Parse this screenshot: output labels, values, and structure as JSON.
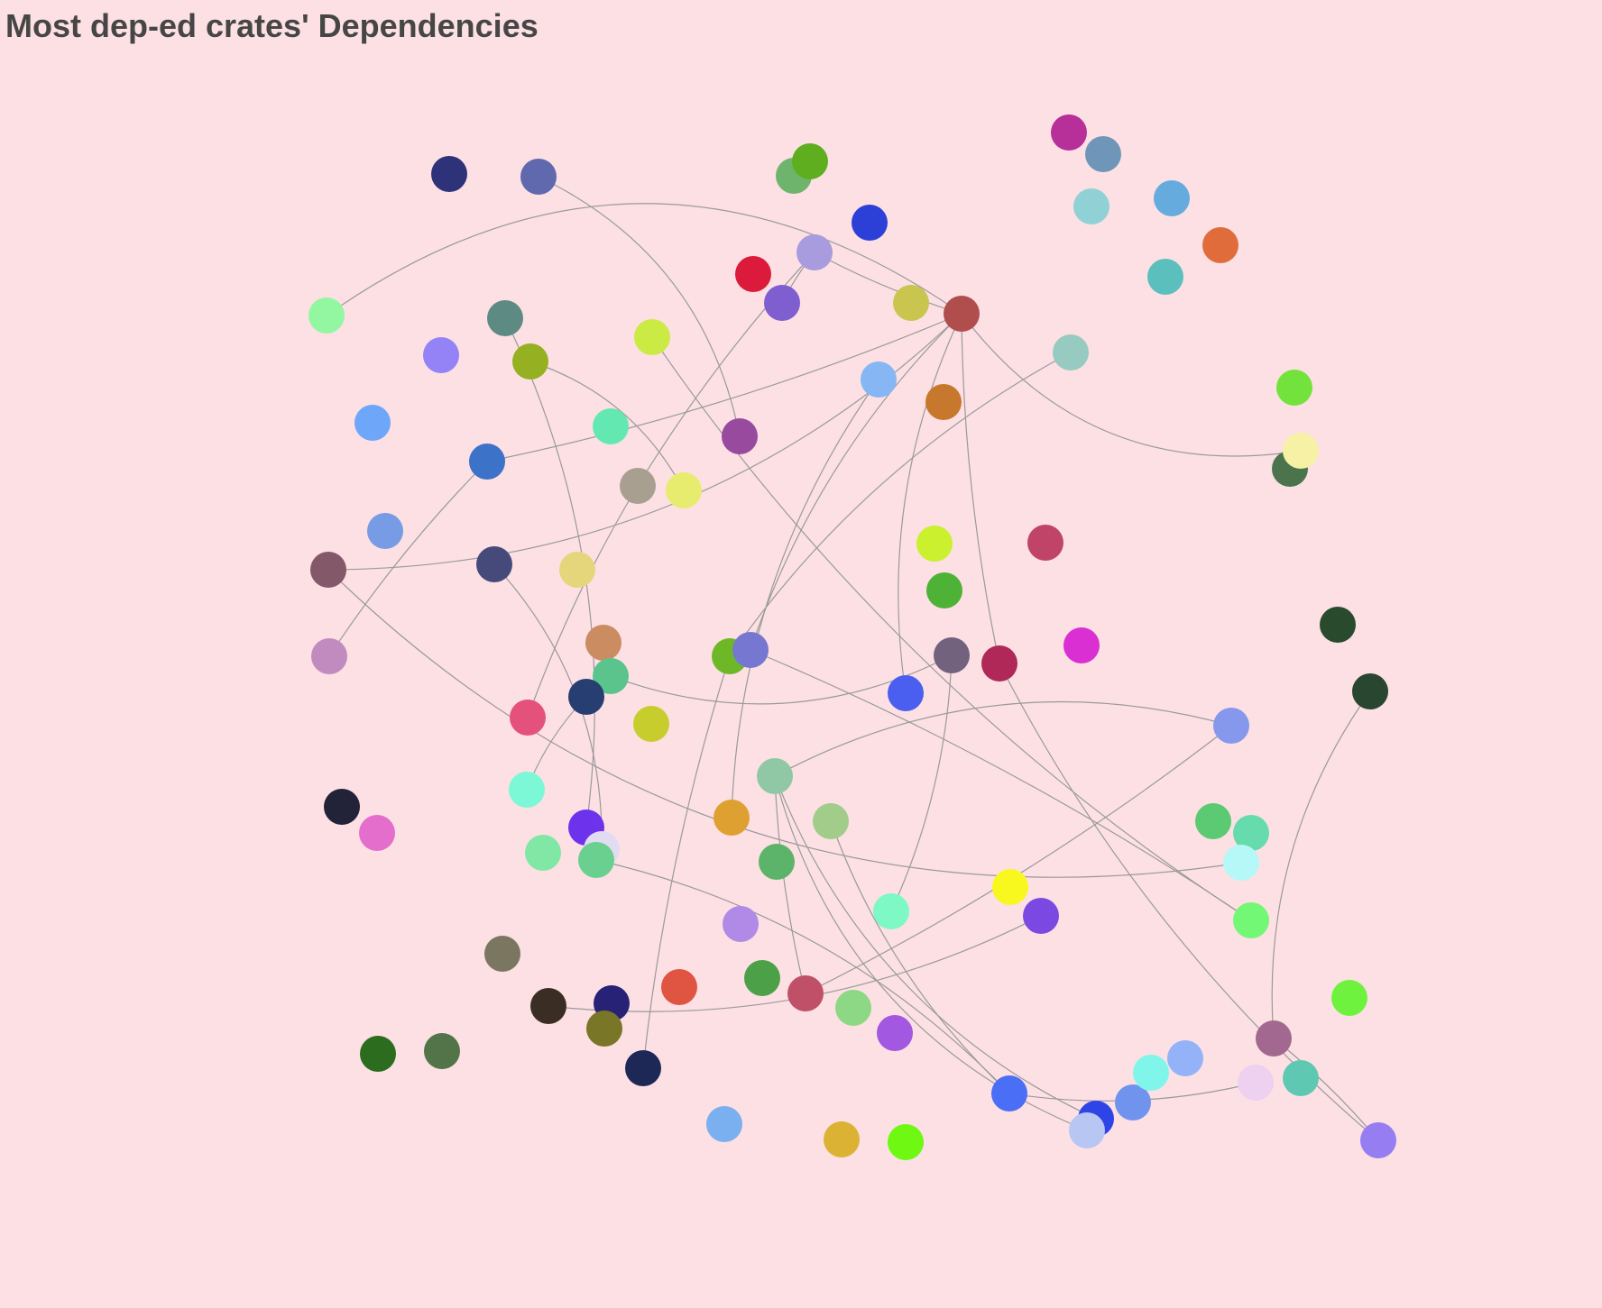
{
  "title": "Most dep-ed crates' Dependencies",
  "background": "#fce0e4",
  "edge_color": "#9a9a9a",
  "nodes": [
    {
      "id": "n1",
      "color": "#2e3278"
    },
    {
      "id": "n2",
      "color": "#6068ae"
    },
    {
      "id": "n3",
      "color": "#6fb46c"
    },
    {
      "id": "n4",
      "color": "#5fae1f"
    },
    {
      "id": "n5",
      "color": "#2c3fd6"
    },
    {
      "id": "n6",
      "color": "#a89bde"
    },
    {
      "id": "n7",
      "color": "#dc1a3c"
    },
    {
      "id": "n8",
      "color": "#7f5ed0"
    },
    {
      "id": "n9",
      "color": "#c9c54f"
    },
    {
      "id": "n10",
      "color": "#b04e4e"
    },
    {
      "id": "n11",
      "color": "#b72f98"
    },
    {
      "id": "n12",
      "color": "#6f96b9"
    },
    {
      "id": "n13",
      "color": "#90d1d6"
    },
    {
      "id": "n14",
      "color": "#66abde"
    },
    {
      "id": "n15",
      "color": "#e06c3c"
    },
    {
      "id": "n16",
      "color": "#5bbfbd"
    },
    {
      "id": "n17",
      "color": "#93f7a2"
    },
    {
      "id": "n18",
      "color": "#5d8b84"
    },
    {
      "id": "n19",
      "color": "#9383f6"
    },
    {
      "id": "n20",
      "color": "#95b021"
    },
    {
      "id": "n21",
      "color": "#cbea44"
    },
    {
      "id": "n22",
      "color": "#86b7f4"
    },
    {
      "id": "n23",
      "color": "#c8782c"
    },
    {
      "id": "n24",
      "color": "#97cac0"
    },
    {
      "id": "n25",
      "color": "#74e23c"
    },
    {
      "id": "n26",
      "color": "#4c744c"
    },
    {
      "id": "n27",
      "color": "#f7f1a6"
    },
    {
      "id": "n28",
      "color": "#6ea6fa"
    },
    {
      "id": "n29",
      "color": "#64e8b2"
    },
    {
      "id": "n30",
      "color": "#974a9e"
    },
    {
      "id": "n31",
      "color": "#3c72c8"
    },
    {
      "id": "n32",
      "color": "#a99f90"
    },
    {
      "id": "n33",
      "color": "#e8ec6e"
    },
    {
      "id": "n34",
      "color": "#779be4"
    },
    {
      "id": "n35",
      "color": "#835868"
    },
    {
      "id": "n36",
      "color": "#454a7b"
    },
    {
      "id": "n37",
      "color": "#e5d67c"
    },
    {
      "id": "n38",
      "color": "#caf02e"
    },
    {
      "id": "n39",
      "color": "#c04468"
    },
    {
      "id": "n40",
      "color": "#4eb236"
    },
    {
      "id": "n41",
      "color": "#c18bc0"
    },
    {
      "id": "n42",
      "color": "#ca8c60"
    },
    {
      "id": "n43",
      "color": "#5ac48c"
    },
    {
      "id": "n44",
      "color": "#273e72"
    },
    {
      "id": "n45",
      "color": "#6eb827"
    },
    {
      "id": "n46",
      "color": "#7677d0"
    },
    {
      "id": "n47",
      "color": "#72627e"
    },
    {
      "id": "n48",
      "color": "#b02858"
    },
    {
      "id": "n49",
      "color": "#da2fd2"
    },
    {
      "id": "n50",
      "color": "#2a4a2e"
    },
    {
      "id": "n51",
      "color": "#284630"
    },
    {
      "id": "n52",
      "color": "#e4527c"
    },
    {
      "id": "n53",
      "color": "#c8cd2e"
    },
    {
      "id": "n54",
      "color": "#4a5ef0"
    },
    {
      "id": "n55",
      "color": "#8598ec"
    },
    {
      "id": "n56",
      "color": "#7cf8d6"
    },
    {
      "id": "n57",
      "color": "#90c8a6"
    },
    {
      "id": "n58",
      "color": "#222238"
    },
    {
      "id": "n59",
      "color": "#e46ecc"
    },
    {
      "id": "n60",
      "color": "#6d33ec"
    },
    {
      "id": "n61",
      "color": "#e2dcf2"
    },
    {
      "id": "n62",
      "color": "#80e8a4"
    },
    {
      "id": "n63",
      "color": "#6ad090"
    },
    {
      "id": "n64",
      "color": "#dfa032"
    },
    {
      "id": "n65",
      "color": "#a2cc8a"
    },
    {
      "id": "n66",
      "color": "#5cb46a"
    },
    {
      "id": "n67",
      "color": "#5cca72"
    },
    {
      "id": "n68",
      "color": "#66dcac"
    },
    {
      "id": "n69",
      "color": "#b6f7f8"
    },
    {
      "id": "n70",
      "color": "#f8f81e"
    },
    {
      "id": "n71",
      "color": "#7c48e2"
    },
    {
      "id": "n72",
      "color": "#7ef8c4"
    },
    {
      "id": "n73",
      "color": "#72f874"
    },
    {
      "id": "n74",
      "color": "#b08ae6"
    },
    {
      "id": "n75",
      "color": "#7a7660"
    },
    {
      "id": "n76",
      "color": "#3a2e24"
    },
    {
      "id": "n77",
      "color": "#282276"
    },
    {
      "id": "n78",
      "color": "#7a7628"
    },
    {
      "id": "n79",
      "color": "#e05442"
    },
    {
      "id": "n80",
      "color": "#4ca048"
    },
    {
      "id": "n81",
      "color": "#c05068"
    },
    {
      "id": "n82",
      "color": "#8cd884"
    },
    {
      "id": "n83",
      "color": "#a258e0"
    },
    {
      "id": "n84",
      "color": "#6ef23e"
    },
    {
      "id": "n85",
      "color": "#a26890"
    },
    {
      "id": "n86",
      "color": "#2c6c1e"
    },
    {
      "id": "n87",
      "color": "#527448"
    },
    {
      "id": "n88",
      "color": "#1e2856"
    },
    {
      "id": "n89",
      "color": "#7ab0f0"
    },
    {
      "id": "n90",
      "color": "#dcb234"
    },
    {
      "id": "n91",
      "color": "#6ef812"
    },
    {
      "id": "n92",
      "color": "#4a6ef6"
    },
    {
      "id": "n93",
      "color": "#2e44e6"
    },
    {
      "id": "n94",
      "color": "#b8c6f4"
    },
    {
      "id": "n95",
      "color": "#7094ee"
    },
    {
      "id": "n96",
      "color": "#80f6ea"
    },
    {
      "id": "n97",
      "color": "#94b2f8"
    },
    {
      "id": "n98",
      "color": "#eed0f0"
    },
    {
      "id": "n99",
      "color": "#5ec8b2"
    },
    {
      "id": "n100",
      "color": "#967ef2"
    }
  ]
}
